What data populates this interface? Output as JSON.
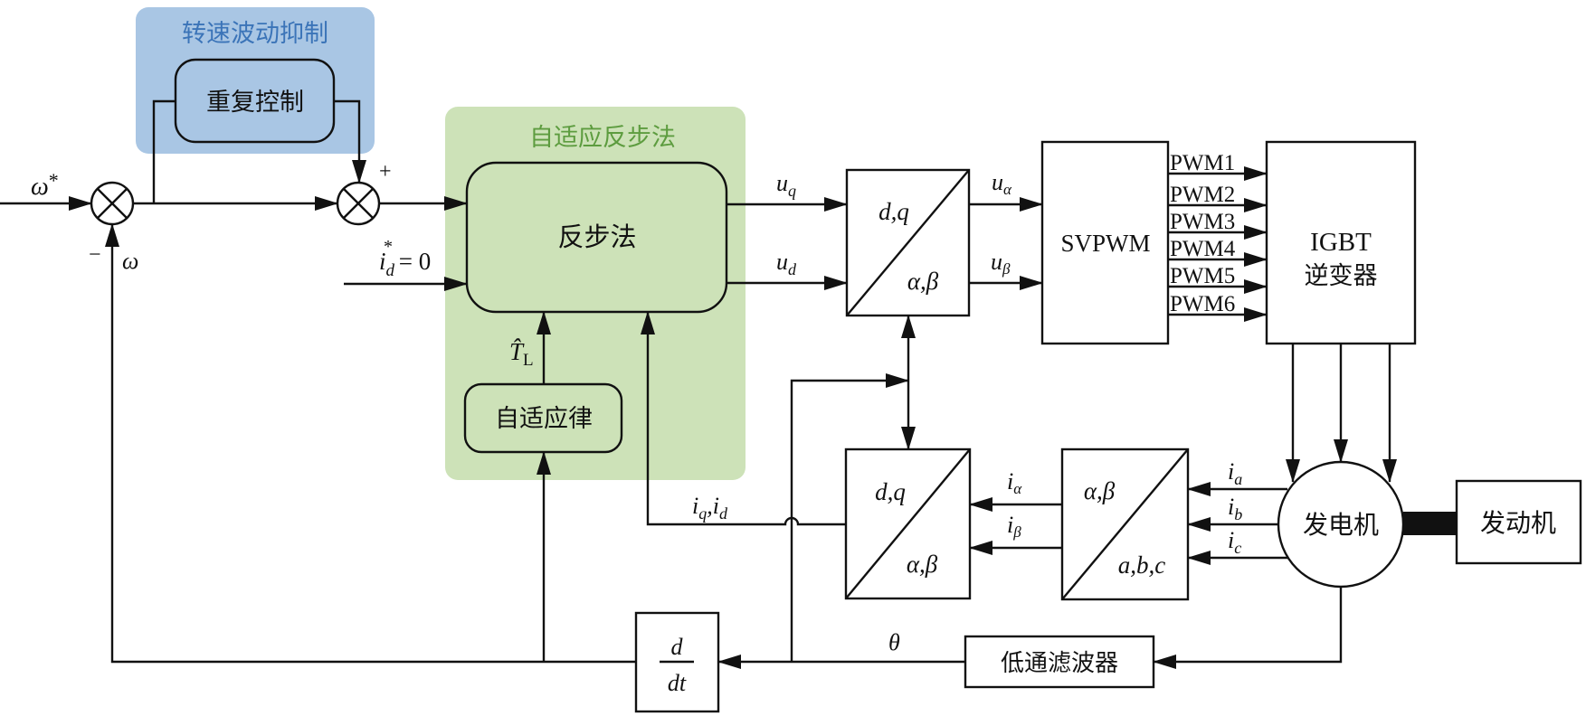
{
  "colors": {
    "speed_group_fill": "#a9c6e4",
    "speed_group_title": "#3b74b8",
    "backstep_group_fill": "#cde2b8",
    "backstep_group_title": "#5d9c3f",
    "line": "#111111"
  },
  "groups": {
    "speed_ripple": {
      "title": "转速波动抑制"
    },
    "adaptive_backstepping": {
      "title": "自适应反步法"
    }
  },
  "blocks": {
    "repetitive_control": "重复控制",
    "backstepping": "反步法",
    "adaptive_law": "自适应律",
    "park_top": {
      "upper": "d,q",
      "lower": "α,β"
    },
    "park_bottom": {
      "upper": "d,q",
      "lower": "α,β"
    },
    "clarke": {
      "upper": "α,β",
      "lower": "a,b,c"
    },
    "svpwm": "SVPWM",
    "igbt": {
      "line1": "IGBT",
      "line2": "逆变器"
    },
    "generator": "发电机",
    "engine": "发动机",
    "lpf": "低通滤波器",
    "derivative": {
      "num": "d",
      "den": "dt"
    }
  },
  "signals": {
    "omega_ref": {
      "main": "ω",
      "sup": "*"
    },
    "omega": "ω",
    "minus": "−",
    "plus": "+",
    "id_ref": {
      "main": "i",
      "sub": "d",
      "sup": "*",
      "rhs": " = 0"
    },
    "tl_hat": {
      "main": "T̂",
      "sub": "L"
    },
    "uq": {
      "main": "u",
      "sub": "q"
    },
    "ud": {
      "main": "u",
      "sub": "d"
    },
    "ualpha": {
      "main": "u",
      "sub": "α"
    },
    "ubeta": {
      "main": "u",
      "sub": "β"
    },
    "ialpha": {
      "main": "i",
      "sub": "α"
    },
    "ibeta": {
      "main": "i",
      "sub": "β"
    },
    "ia": {
      "main": "i",
      "sub": "a"
    },
    "ib": {
      "main": "i",
      "sub": "b"
    },
    "ic": {
      "main": "i",
      "sub": "c"
    },
    "iqid": {
      "m1": "i",
      "s1": "q",
      "sep": ",",
      "m2": "i",
      "s2": "d"
    },
    "theta": "θ"
  },
  "pwm": [
    "PWM1",
    "PWM2",
    "PWM3",
    "PWM4",
    "PWM5",
    "PWM6"
  ]
}
